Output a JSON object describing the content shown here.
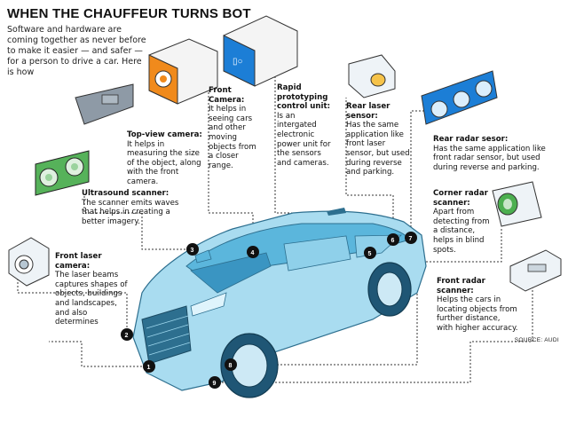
{
  "title": "WHEN THE CHAUFFEUR TURNS BOT",
  "intro": "Software and hardware are coming together as never before to make it easier — and safer — for a person to drive a car. Here is how",
  "source": "SOURCE: AUDI",
  "components": [
    {
      "num": "1",
      "title": "Front laser camera:",
      "desc": "The laser beams captures shapes of objects, buildings and landscapes, and also determines"
    },
    {
      "num": "2",
      "title": "Ultrasound scanner:",
      "desc": "The scanner emits waves that helps in creating a better imagery."
    },
    {
      "num": "3",
      "title": "Top-view camera:",
      "desc": "It helps in measuring the size of the object, along with the front camera."
    },
    {
      "num": "4",
      "title": "Front Camera:",
      "desc": "It helps in seeing cars and other moving objects from a closer range."
    },
    {
      "num": "5",
      "title": "Rapid prototyping control unit:",
      "desc": "Is an intergated electronic power unit for the sensors and cameras."
    },
    {
      "num": "6",
      "title": "Rear laser sensor:",
      "desc": "Has the same application like front laser sensor, but used during reverse and parking."
    },
    {
      "num": "7",
      "title": "Rear radar sesor:",
      "desc": "Has the same application like front radar sensor, but used during reverse and parking."
    },
    {
      "num": "8",
      "title": "Corner radar scanner:",
      "desc": "Apart from detecting from a distance, helps in blind spots."
    },
    {
      "num": "9",
      "title": "Front radar scanner:",
      "desc": "Helps the cars in locating objects from further distance, with higher accuracy."
    }
  ],
  "colors": {
    "car": "#9fd8ee",
    "car_dark": "#4aa6cf",
    "sensor_orange": "#f08a1c",
    "sensor_blue": "#1c7ed6",
    "sensor_green": "#4caf50",
    "marker": "#111111"
  }
}
